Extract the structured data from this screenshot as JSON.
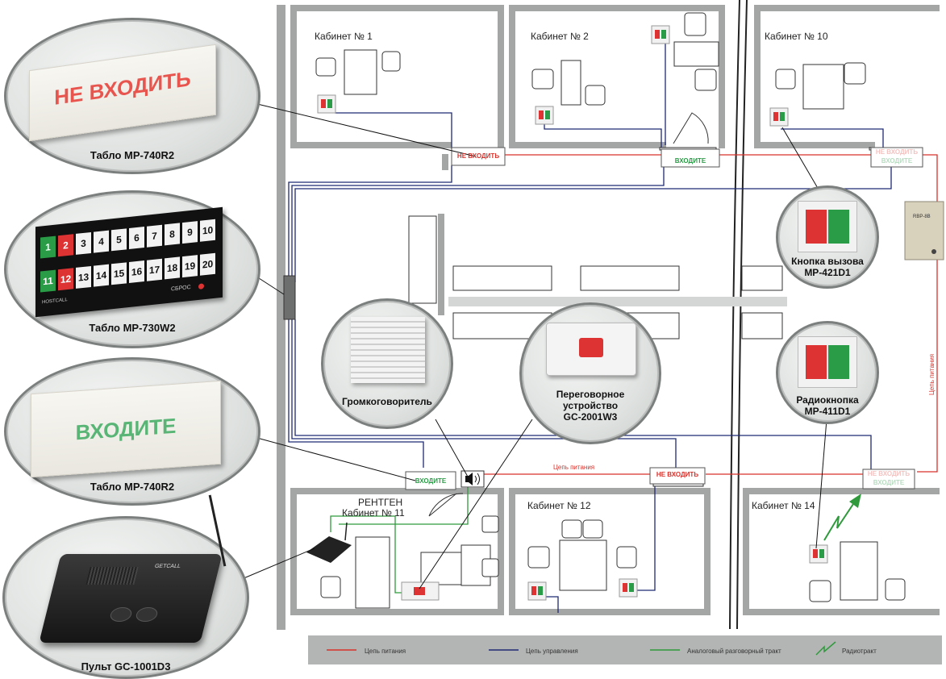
{
  "callouts": {
    "sign_red": {
      "label": "Табло MP-740R2",
      "text": "НЕ ВХОДИТЬ",
      "text_color": "#e8554f"
    },
    "panel": {
      "label": "Табло MP-730W2",
      "row1": [
        "1",
        "2",
        "3",
        "4",
        "5",
        "6",
        "7",
        "8",
        "9",
        "10"
      ],
      "row2": [
        "11",
        "12",
        "13",
        "14",
        "15",
        "16",
        "17",
        "18",
        "19",
        "20"
      ],
      "logo": "HOSTCALL",
      "reset_label": "СБРОС"
    },
    "sign_green": {
      "label": "Табло MP-740R2",
      "text": "ВХОДИТЕ",
      "text_color": "#58b575"
    },
    "console": {
      "label": "Пульт GC-1001D3",
      "brand": "GETCALL"
    },
    "speaker": {
      "label": "Громкоговоритель"
    },
    "intercom": {
      "label_line1": "Переговорное",
      "label_line2": "устройство",
      "label_line3": "GC-2001W3"
    },
    "call_button": {
      "label_line1": "Кнопка вызова",
      "label_line2": "MP-421D1"
    },
    "radio_button": {
      "label_line1": "Радиокнопка",
      "label_line2": "MP-411D1"
    }
  },
  "rooms": {
    "r1": "Кабинет № 1",
    "r2": "Кабинет № 2",
    "r10": "Кабинет № 10",
    "r11_line1": "РЕНТГЕН",
    "r11_line2": "Кабинет № 11",
    "r12": "Кабинет № 12",
    "r14": "Кабинет № 14"
  },
  "small_signs": {
    "ne_vhodit": "НЕ ВХОДИТЬ",
    "vhodite": "ВХОДИТЕ"
  },
  "wire_labels": {
    "power_horizontal": "Цепь питания",
    "power_vertical": "Цепь питания"
  },
  "psu_label": "RBP-8B",
  "legend": {
    "power": "Цепь питания",
    "control": "Цепь управления",
    "analog": "Аналоговый разговорный тракт",
    "radio": "Радиотракт"
  },
  "colors": {
    "power": "#d9312b",
    "control": "#1f2a73",
    "analog": "#2f9a3c",
    "wall": "#a4a6a5",
    "sign_red_text": "#e8554f",
    "sign_green_text": "#58b575"
  }
}
